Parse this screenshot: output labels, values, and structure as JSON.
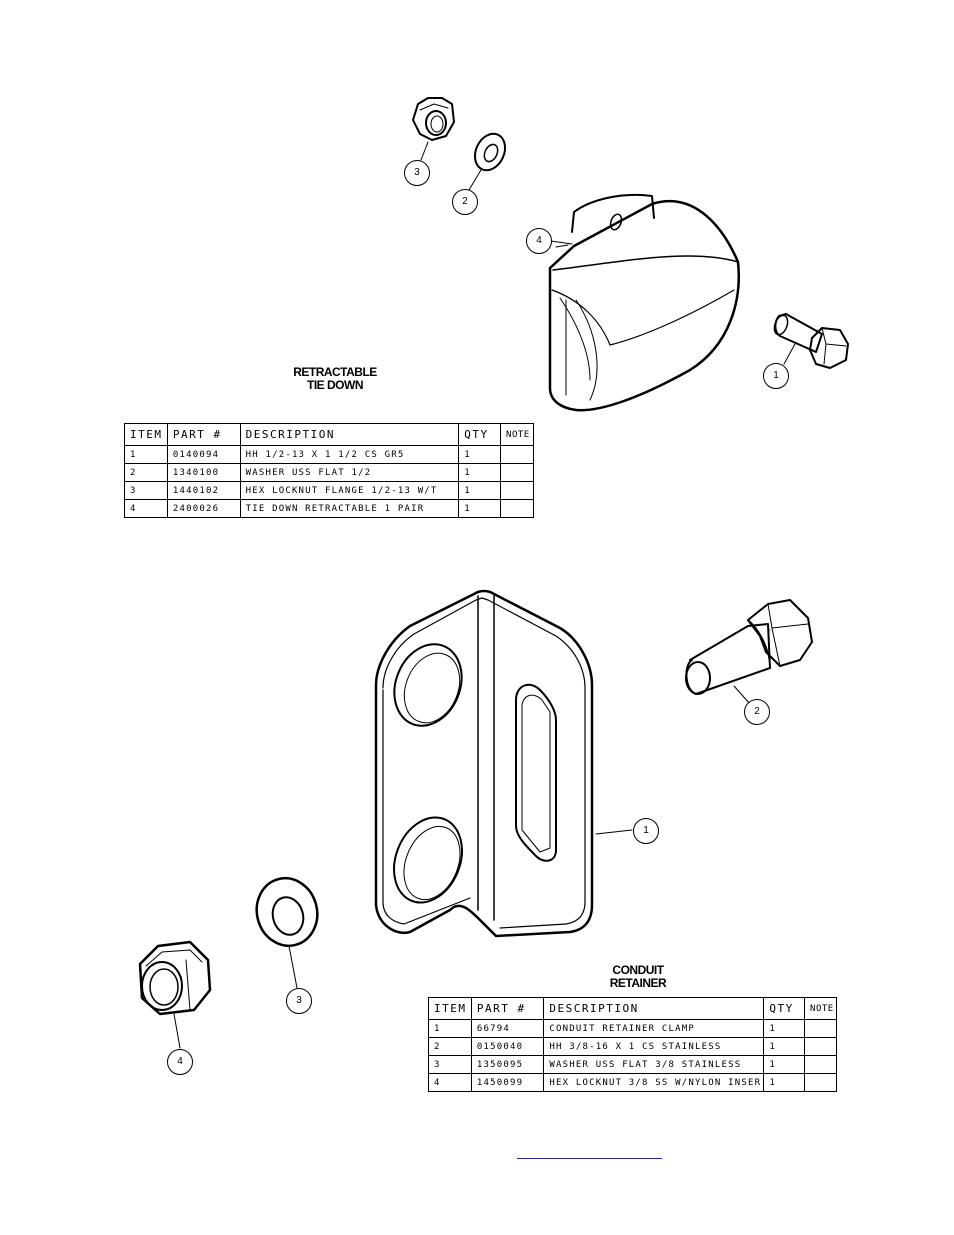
{
  "retractable": {
    "title_line1": "RETRACTABLE",
    "title_line2": "TIE DOWN",
    "headers": {
      "item": "ITEM",
      "part": "PART #",
      "description": "DESCRIPTION",
      "qty": "QTY",
      "note": "NOTE"
    },
    "rows": [
      {
        "item": "1",
        "part": "0140094",
        "description": "HH 1/2-13 X 1 1/2 CS GR5",
        "qty": "1",
        "note": ""
      },
      {
        "item": "2",
        "part": "1340100",
        "description": "WASHER USS FLAT 1/2",
        "qty": "1",
        "note": ""
      },
      {
        "item": "3",
        "part": "1440102",
        "description": "HEX LOCKNUT FLANGE 1/2-13 W/T",
        "qty": "1",
        "note": ""
      },
      {
        "item": "4",
        "part": "2400026",
        "description": "TIE DOWN RETRACTABLE 1 PAIR",
        "qty": "1",
        "note": ""
      }
    ],
    "balloons": [
      "1",
      "2",
      "3",
      "4"
    ]
  },
  "conduit": {
    "title_line1": "CONDUIT",
    "title_line2": "RETAINER",
    "headers": {
      "item": "ITEM",
      "part": "PART #",
      "description": "DESCRIPTION",
      "qty": "QTY",
      "note": "NOTE"
    },
    "rows": [
      {
        "item": "1",
        "part": "66794",
        "description": "CONDUIT RETAINER CLAMP",
        "qty": "1",
        "note": ""
      },
      {
        "item": "2",
        "part": "0150040",
        "description": "HH 3/8-16 X 1 CS STAINLESS",
        "qty": "1",
        "note": ""
      },
      {
        "item": "3",
        "part": "1350095",
        "description": "WASHER USS FLAT 3/8 STAINLESS",
        "qty": "1",
        "note": ""
      },
      {
        "item": "4",
        "part": "1450099",
        "description": "HEX LOCKNUT 3/8 SS W/NYLON INSER",
        "qty": "1",
        "note": ""
      }
    ],
    "balloons": [
      "1",
      "2",
      "3",
      "4"
    ]
  },
  "colors": {
    "link_underline": "#1a1aff"
  }
}
